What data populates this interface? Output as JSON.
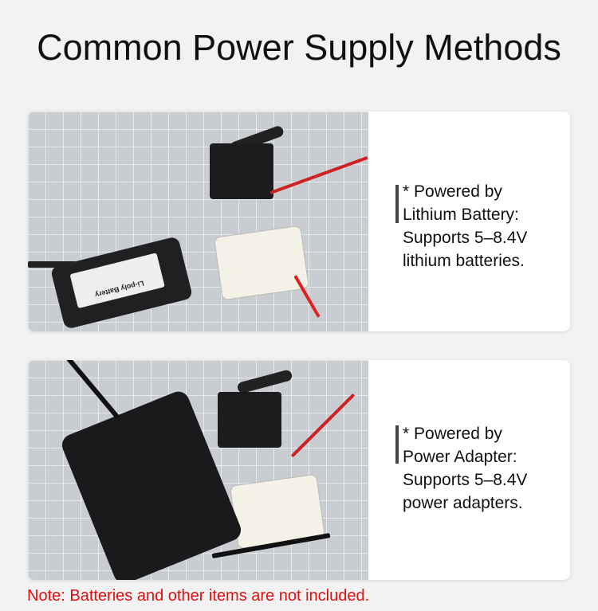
{
  "title": "Common Power Supply Methods",
  "cards": [
    {
      "line1": "* Powered by",
      "line2": "Lithium Battery:",
      "line3": "Supports 5–8.4V",
      "line4": "lithium batteries.",
      "photo_label": "Li-poly Battery"
    },
    {
      "line1": "* Powered by",
      "line2": "Power Adapter:",
      "line3": "Supports 5–8.4V",
      "line4": "power adapters."
    }
  ],
  "note": "Note: Batteries and other items are not included."
}
